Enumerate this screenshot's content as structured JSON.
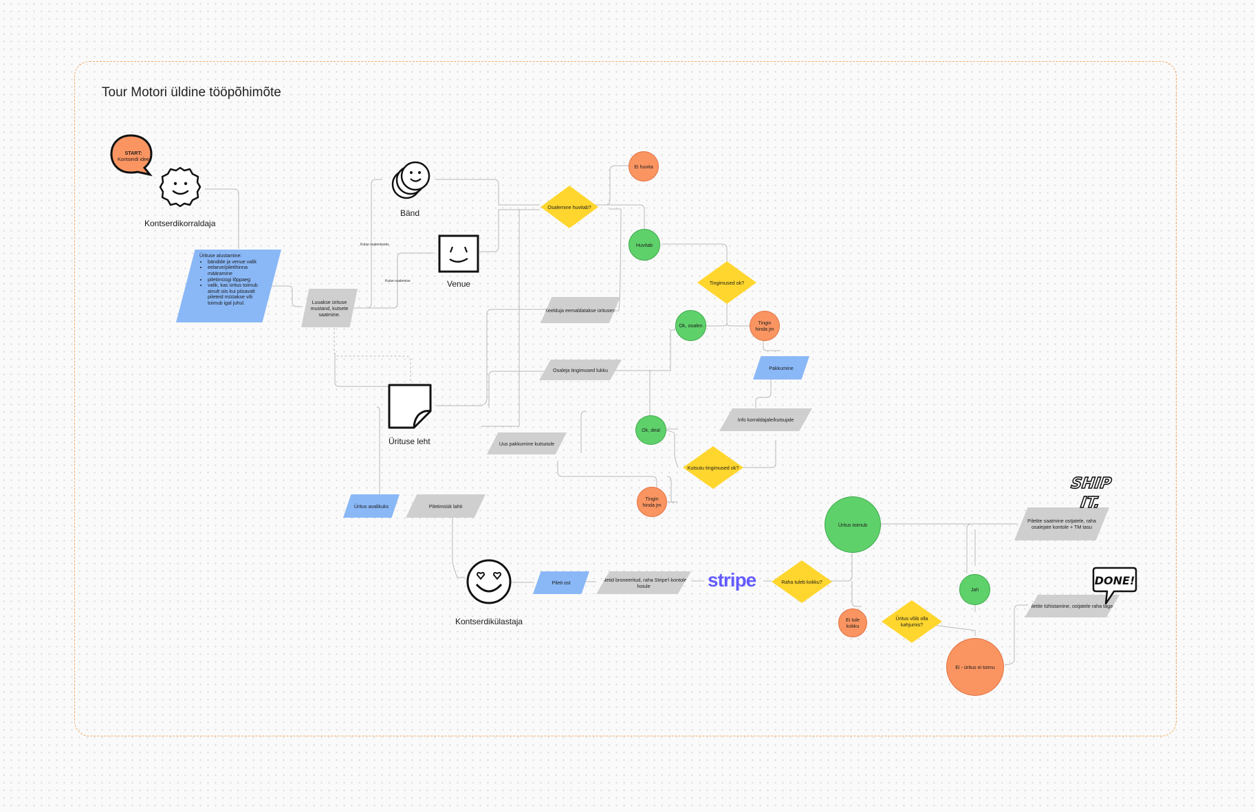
{
  "board": {
    "title": "Tour Motori üldine tööpõhimõte"
  },
  "start": {
    "label": "START:",
    "text": "Kontserdi idee"
  },
  "actors": {
    "organizer": "Kontserdikorraldaja",
    "band": "Bänd",
    "venue": "Venue",
    "event_page": "Ürituse leht",
    "visitor": "Kontserdikülastaja"
  },
  "organizer_notes": {
    "heading": "Ürituse alustamine:",
    "items": [
      "bändide ja venue valik",
      "eelarve/piletihinna määramine",
      "piletimüügi lõppaeg",
      "valik, kas üritus toimub ainult siis kui piisavalt pileteid müüakse või toimub igal juhul."
    ]
  },
  "edge_labels": {
    "invite_band": "Kutse osalemiseks",
    "invite_venue": "Kutse osalemise"
  },
  "nodes": {
    "draft": "Luuakse ürituse mustand, kutsete saatmine.",
    "interested_q": "Osalemine huvitab?",
    "not_interested": "Ei huvita",
    "interested": "Huvitab",
    "removed": "Keelduja eemaldatakse üritusest",
    "terms_q": "Tingimused ok?",
    "ok_join": "Ok, osalen",
    "haggle1": "Tingin hinda jm",
    "packing": "Pakkumine",
    "terms_locked": "Osaleja tingimused lukku",
    "info": "Info korraldajale/kutsujale",
    "ok_deal": "Ok, deal",
    "invitee_terms_q": "Kutsutu tingimused ok?",
    "new_offer": "Uus pakkumine kutsutule",
    "haggle2": "Tingin hinda jm",
    "public": "Üritus avalikuks",
    "ticket_sale": "Piletimüük lahti",
    "ticket_buy": "Pileti ost",
    "reserved": "Piletid broneeritud, raha Stripe'i kontole hoiule",
    "stripe": "stripe",
    "money_q": "Raha tuleb kokku?",
    "event_happens": "Üritus toimub",
    "not_collected": "Ei tule kokku",
    "loss_q": "Üritus võib olla kahjumis?",
    "yes": "Jah",
    "not_happens": "Ei - üritus ei toimu",
    "payout": "Piletite saatmine ostjatele, raha osalejate kontole + TM tasu",
    "refund": "Piletite tühistamine, ostjatele raha tagasi"
  },
  "stickers": {
    "ship_top": "SHIP",
    "ship_bottom": "IT.",
    "done": "DONE!"
  },
  "colors": {
    "frame": "#f3a964",
    "gray": "#cfcfcf",
    "blue": "#8ab8f7",
    "yellow": "#ffd62e",
    "green": "#5fd16b",
    "orange": "#fa9562",
    "stripe": "#635bff"
  }
}
